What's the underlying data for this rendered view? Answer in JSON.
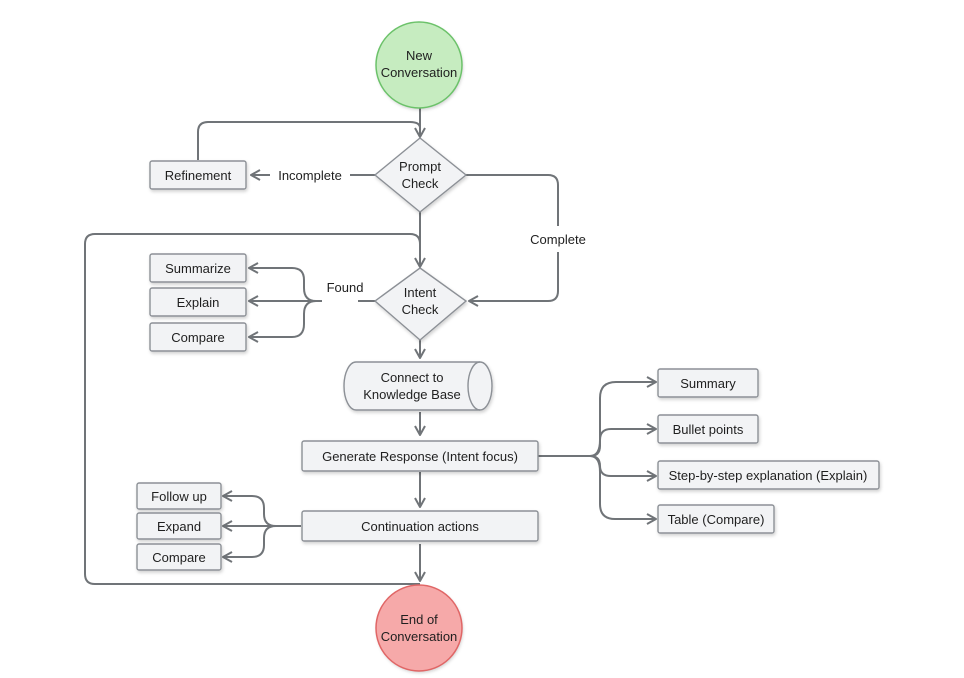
{
  "colors": {
    "start_fill": "#c6ecc0",
    "start_stroke": "#6cc26a",
    "end_fill": "#f6a9a9",
    "end_stroke": "#e06666"
  },
  "nodes": {
    "start": {
      "line1": "New",
      "line2": "Conversation"
    },
    "prompt_check": {
      "line1": "Prompt",
      "line2": "Check"
    },
    "refinement": "Refinement",
    "intent_check": {
      "line1": "Intent",
      "line2": "Check"
    },
    "summarize": "Summarize",
    "explain": "Explain",
    "compare_intent": "Compare",
    "knowledge_base": {
      "line1": "Connect to",
      "line2": "Knowledge Base"
    },
    "generate_response": "Generate Response (Intent focus)",
    "summary": "Summary",
    "bullet_points": "Bullet points",
    "step_by_step": "Step-by-step explanation (Explain)",
    "table_compare": "Table (Compare)",
    "continuation": "Continuation actions",
    "follow_up": "Follow up",
    "expand": "Expand",
    "compare_cont": "Compare",
    "end": {
      "line1": "End of",
      "line2": "Conversation"
    }
  },
  "edge_labels": {
    "incomplete": "Incomplete",
    "complete": "Complete",
    "found": "Found"
  }
}
